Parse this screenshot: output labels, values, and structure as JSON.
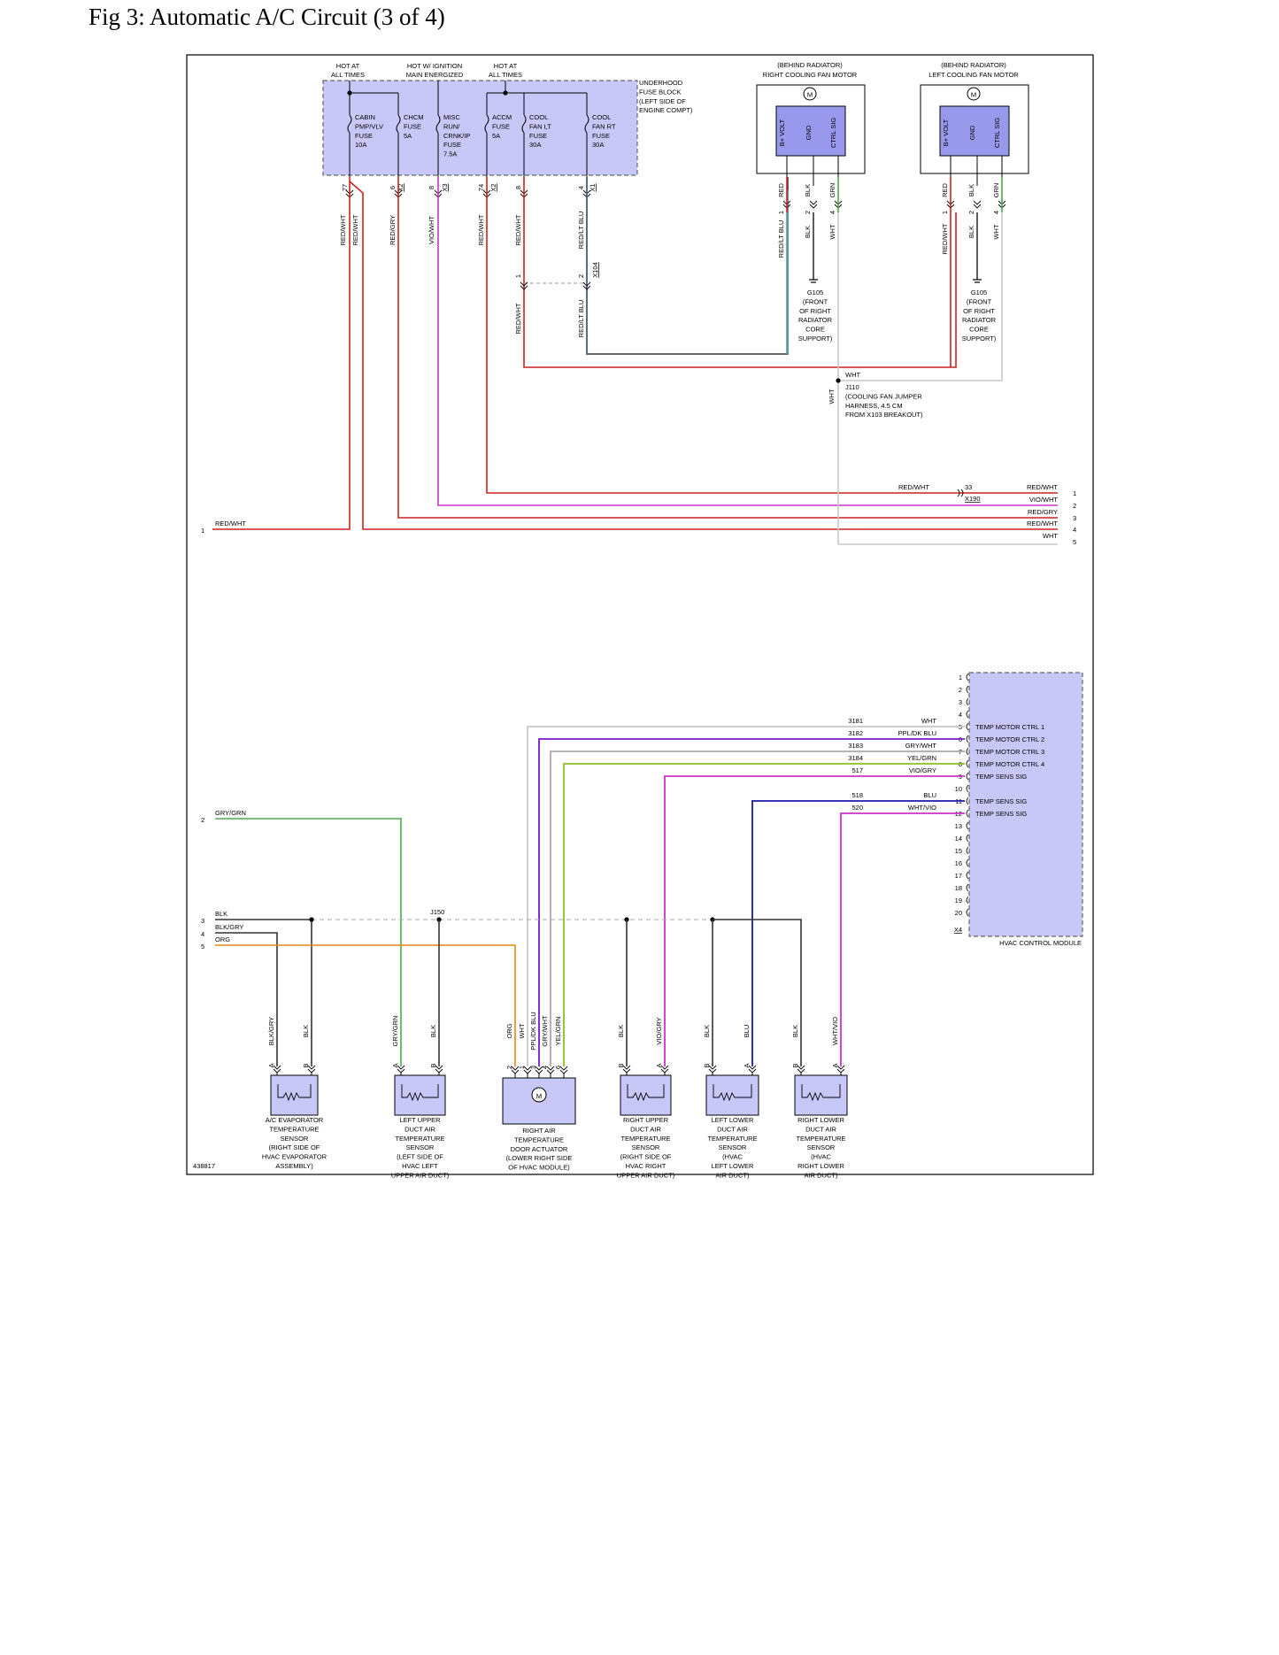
{
  "page": {
    "title": "Fig 3: Automatic A/C Circuit (3 of 4)",
    "figure_id": "438817"
  },
  "colors": {
    "red": "#cc2222",
    "magenta": "#cc33cc",
    "white_wire": "#c8c8c8",
    "black": "#333333",
    "blue": "#1a1aaa",
    "purple": "#7a1ac8",
    "green": "#4ea84e",
    "yellow_green": "#8cc020",
    "orange": "#e08a10",
    "grey": "#888888",
    "module_fill": "#c8c8f8",
    "component_fill": "#9898ec"
  },
  "power": {
    "hot_left": [
      "HOT AT",
      "ALL TIMES"
    ],
    "hot_ign": [
      "HOT W/ IGNITION",
      "MAIN ENERGIZED"
    ],
    "hot_right": [
      "HOT AT",
      "ALL TIMES"
    ]
  },
  "fuse_block": {
    "label": [
      "UNDERHOOD",
      "FUSE BLOCK",
      "(LEFT SIDE OF",
      "ENGINE COMPT)"
    ],
    "fuses": [
      [
        "CABIN",
        "PMP/VLV",
        "FUSE",
        "10A"
      ],
      [
        "CHCM",
        "FUSE",
        "5A"
      ],
      [
        "MISC",
        "RUN/",
        "CRNK/IP",
        "FUSE",
        "7.5A"
      ],
      [
        "ACCM",
        "FUSE",
        "5A"
      ],
      [
        "COOL",
        "FAN LT",
        "FUSE",
        "30A"
      ],
      [
        "COOL",
        "FAN RT",
        "FUSE",
        "30A"
      ]
    ],
    "pins": [
      "77",
      "6",
      "8",
      "74",
      "8",
      "4"
    ],
    "connectors": [
      "X2",
      "X3",
      "X2",
      "X1"
    ]
  },
  "fan_motors": [
    {
      "location": "(BEHIND RADIATOR)",
      "name": "RIGHT COOLING FAN MOTOR",
      "terminals": [
        "B+ VOLT",
        "GND",
        "CTRL SIG"
      ],
      "top_wires": [
        "RED",
        "BLK",
        "GRN"
      ],
      "pins": [
        "1",
        "2",
        "4"
      ],
      "bottom_wires": [
        "RED/LT BLU",
        "BLK",
        "WHT"
      ],
      "ground": [
        "G105",
        "(FRONT",
        "OF RIGHT",
        "RADIATOR",
        "CORE",
        "SUPPORT)"
      ]
    },
    {
      "location": "(BEHIND RADIATOR)",
      "name": "LEFT COOLING FAN MOTOR",
      "terminals": [
        "B+ VOLT",
        "GND",
        "CTRL SIG"
      ],
      "top_wires": [
        "RED",
        "BLK",
        "GRN"
      ],
      "pins": [
        "1",
        "2",
        "4"
      ],
      "bottom_wires": [
        "RED/WHT",
        "BLK",
        "WHT"
      ],
      "ground": [
        "G105",
        "(FRONT",
        "OF RIGHT",
        "RADIATOR",
        "CORE",
        "SUPPORT)"
      ]
    }
  ],
  "fuse_wires": [
    "RED/WHT",
    "RED/WHT",
    "RED/GRY",
    "VIO/WHT",
    "RED/WHT",
    "RED/WHT",
    "RED/LT BLU"
  ],
  "x104": {
    "name": "X104",
    "pins": [
      "1",
      "2"
    ],
    "wires": [
      "RED/WHT",
      "RED/LT BLU"
    ]
  },
  "j110": {
    "top_wire": "WHT",
    "side_wire": "WHT",
    "label": [
      "J110",
      "(COOLING FAN JUMPER",
      "HARNESS, 4.5 CM",
      "FROM X103 BREAKOUT)"
    ]
  },
  "x190": {
    "name": "X190",
    "pin": "33",
    "in_wire": "RED/WHT",
    "lines": [
      {
        "wire": "RED/WHT",
        "ref": "1"
      },
      {
        "wire": "VIO/WHT",
        "ref": "2"
      },
      {
        "wire": "RED/GRY",
        "ref": "3"
      },
      {
        "wire": "RED/WHT",
        "ref": "4"
      },
      {
        "wire": "WHT",
        "ref": "5"
      }
    ]
  },
  "left_refs": [
    {
      "ref": "1",
      "wire": "RED/WHT"
    },
    {
      "ref": "2",
      "wire": "GRY/GRN"
    },
    {
      "ref": "3",
      "wire": "BLK"
    },
    {
      "ref": "4",
      "wire": "BLK/GRY"
    },
    {
      "ref": "5",
      "wire": "ORG"
    }
  ],
  "hvac_module": {
    "name": "HVAC CONTROL MODULE",
    "connector": "X4",
    "pin_numbers": [
      "1",
      "2",
      "3",
      "4",
      "5",
      "6",
      "7",
      "8",
      "9",
      "10",
      "11",
      "12",
      "13",
      "14",
      "15",
      "16",
      "17",
      "18",
      "19",
      "20"
    ],
    "signals": [
      {
        "pin": "5",
        "label": "TEMP MOTOR CTRL 1",
        "wire": "WHT",
        "circuit": "3181"
      },
      {
        "pin": "6",
        "label": "TEMP MOTOR CTRL 2",
        "wire": "PPL/DK BLU",
        "circuit": "3182"
      },
      {
        "pin": "7",
        "label": "TEMP MOTOR CTRL 3",
        "wire": "GRY/WHT",
        "circuit": "3183"
      },
      {
        "pin": "8",
        "label": "TEMP MOTOR CTRL 4",
        "wire": "YEL/GRN",
        "circuit": "3184"
      },
      {
        "pin": "9",
        "label": "TEMP SENS SIG",
        "wire": "VIO/GRY",
        "circuit": "517"
      },
      {
        "pin": "11",
        "label": "TEMP SENS SIG",
        "wire": "BLU",
        "circuit": "518"
      },
      {
        "pin": "12",
        "label": "TEMP SENS SIG",
        "wire": "WHT/VIO",
        "circuit": "520"
      }
    ]
  },
  "j150": {
    "name": "J150"
  },
  "sensors": [
    {
      "name": [
        "A/C EVAPORATOR",
        "TEMPERATURE",
        "SENSOR",
        "(RIGHT SIDE OF",
        "HVAC EVAPORATOR",
        "ASSEMBLY)"
      ],
      "pins": [
        "A",
        "B"
      ],
      "wires": [
        "BLK/GRY",
        "BLK"
      ]
    },
    {
      "name": [
        "LEFT UPPER",
        "DUCT AIR",
        "TEMPERATURE",
        "SENSOR",
        "(LEFT SIDE OF",
        "HVAC LEFT",
        "UPPER AIR DUCT)"
      ],
      "pins": [
        "A",
        "B"
      ],
      "wires": [
        "GRY/GRN",
        "BLK"
      ]
    },
    {
      "name": [
        "RIGHT UPPER",
        "DUCT AIR",
        "TEMPERATURE",
        "SENSOR",
        "(RIGHT SIDE OF",
        "HVAC RIGHT",
        "UPPER AIR DUCT)"
      ],
      "pins": [
        "B",
        "A"
      ],
      "wires": [
        "BLK",
        "VIO/GRY"
      ]
    },
    {
      "name": [
        "LEFT LOWER",
        "DUCT AIR",
        "TEMPERATURE",
        "SENSOR",
        "(HVAC",
        "LEFT LOWER",
        "AIR DUCT)"
      ],
      "pins": [
        "B",
        "A"
      ],
      "wires": [
        "BLK",
        "BLU"
      ]
    },
    {
      "name": [
        "RIGHT LOWER",
        "DUCT AIR",
        "TEMPERATURE",
        "SENSOR",
        "(HVAC",
        "RIGHT LOWER",
        "AIR DUCT)"
      ],
      "pins": [
        "B",
        "A"
      ],
      "wires": [
        "BLK",
        "WHT/VIO"
      ]
    }
  ],
  "actuator": {
    "name": [
      "RIGHT AIR",
      "TEMPERATURE",
      "DOOR ACTUATOR",
      "(LOWER RIGHT SIDE",
      "OF HVAC MODULE)"
    ],
    "pins": [
      "2",
      "1",
      "3",
      "4",
      "6"
    ],
    "wires": [
      "ORG",
      "WHT",
      "PPL/DK BLU",
      "GRY/WHT",
      "YEL/GRN"
    ]
  }
}
